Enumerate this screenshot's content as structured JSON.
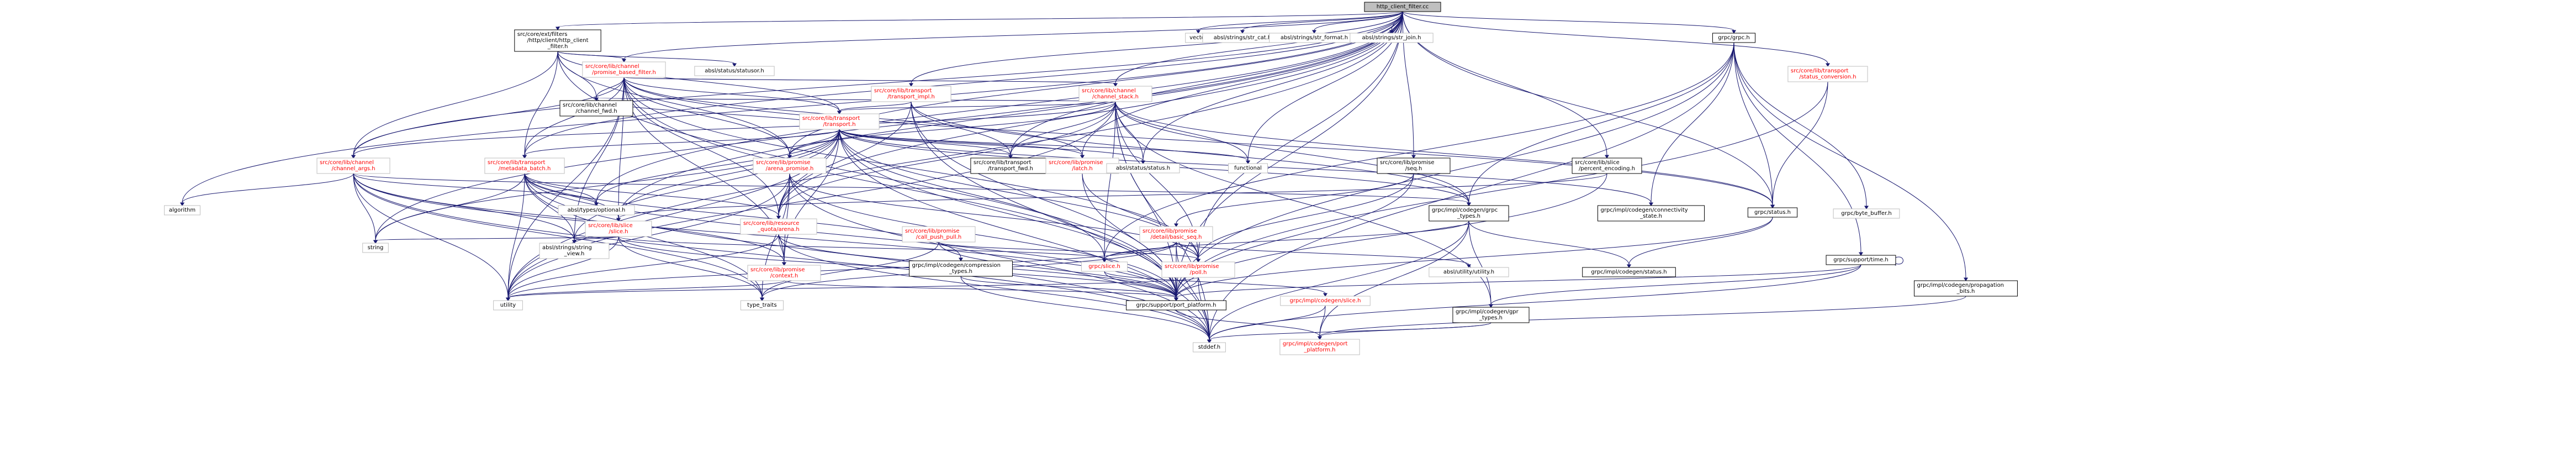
{
  "nodes": [
    {
      "id": "root",
      "lines": [
        "http_client_filter.cc"
      ],
      "style": "root"
    },
    {
      "id": "ext_http_client",
      "lines": [
        "src/core/ext/filters",
        "/http/client/http_client",
        "_filter.h"
      ],
      "style": "linked"
    },
    {
      "id": "promise_based_filter",
      "lines": [
        "src/core/lib/channel",
        "/promise_based_filter.h"
      ],
      "style": "red"
    },
    {
      "id": "statusor",
      "lines": [
        "absl/status/statusor.h"
      ],
      "style": "plain"
    },
    {
      "id": "channel_fwd",
      "lines": [
        "src/core/lib/channel",
        "/channel_fwd.h"
      ],
      "style": "linked"
    },
    {
      "id": "transport_impl",
      "lines": [
        "src/core/lib/transport",
        "/transport_impl.h"
      ],
      "style": "red"
    },
    {
      "id": "transport_h",
      "lines": [
        "src/core/lib/transport",
        "/transport.h"
      ],
      "style": "red"
    },
    {
      "id": "channel_stack",
      "lines": [
        "src/core/lib/channel",
        "/channel_stack.h"
      ],
      "style": "red"
    },
    {
      "id": "vector",
      "lines": [
        "vector"
      ],
      "style": "plain"
    },
    {
      "id": "str_cat",
      "lines": [
        "absl/strings/str_cat.h"
      ],
      "style": "plain"
    },
    {
      "id": "str_format",
      "lines": [
        "absl/strings/str_format.h"
      ],
      "style": "plain"
    },
    {
      "id": "str_join",
      "lines": [
        "absl/strings/str_join.h"
      ],
      "style": "plain"
    },
    {
      "id": "grpc_h",
      "lines": [
        "grpc/grpc.h"
      ],
      "style": "linked"
    },
    {
      "id": "status_conversion",
      "lines": [
        "src/core/lib/transport",
        "/status_conversion.h"
      ],
      "style": "red"
    },
    {
      "id": "channel_args",
      "lines": [
        "src/core/lib/channel",
        "/channel_args.h"
      ],
      "style": "red"
    },
    {
      "id": "metadata_batch",
      "lines": [
        "src/core/lib/transport",
        "/metadata_batch.h"
      ],
      "style": "red"
    },
    {
      "id": "arena_promise",
      "lines": [
        "src/core/lib/promise",
        "/arena_promise.h"
      ],
      "style": "red"
    },
    {
      "id": "transport_fwd",
      "lines": [
        "src/core/lib/transport",
        "/transport_fwd.h"
      ],
      "style": "linked"
    },
    {
      "id": "latch",
      "lines": [
        "src/core/lib/promise",
        "/latch.h"
      ],
      "style": "red"
    },
    {
      "id": "abs_status",
      "lines": [
        "absl/status/status.h"
      ],
      "style": "plain"
    },
    {
      "id": "functional",
      "lines": [
        "functional"
      ],
      "style": "plain"
    },
    {
      "id": "seq",
      "lines": [
        "src/core/lib/promise",
        "/seq.h"
      ],
      "style": "linked"
    },
    {
      "id": "percent_encoding",
      "lines": [
        "src/core/lib/slice",
        "/percent_encoding.h"
      ],
      "style": "linked"
    },
    {
      "id": "algorithm",
      "lines": [
        "algorithm"
      ],
      "style": "plain"
    },
    {
      "id": "optional",
      "lines": [
        "absl/types/optional.h"
      ],
      "style": "plain"
    },
    {
      "id": "slice_h",
      "lines": [
        "src/core/lib/slice",
        "/slice.h"
      ],
      "style": "red"
    },
    {
      "id": "resource_quota_arena",
      "lines": [
        "src/core/lib/resource",
        "_quota/arena.h"
      ],
      "style": "red"
    },
    {
      "id": "call_push_pull",
      "lines": [
        "src/core/lib/promise",
        "/call_push_pull.h"
      ],
      "style": "red"
    },
    {
      "id": "basic_seq",
      "lines": [
        "src/core/lib/promise",
        "/detail/basic_seq.h"
      ],
      "style": "red"
    },
    {
      "id": "grpc_types",
      "lines": [
        "grpc/impl/codegen/grpc",
        "_types.h"
      ],
      "style": "linked"
    },
    {
      "id": "connectivity_state",
      "lines": [
        "grpc/impl/codegen/connectivity",
        "_state.h"
      ],
      "style": "linked"
    },
    {
      "id": "grpc_status_h",
      "lines": [
        "grpc/status.h"
      ],
      "style": "linked"
    },
    {
      "id": "byte_buffer",
      "lines": [
        "grpc/byte_buffer.h"
      ],
      "style": "plain"
    },
    {
      "id": "string",
      "lines": [
        "string"
      ],
      "style": "plain"
    },
    {
      "id": "string_view",
      "lines": [
        "absl/strings/string",
        "_view.h"
      ],
      "style": "plain"
    },
    {
      "id": "promise_context",
      "lines": [
        "src/core/lib/promise",
        "/context.h"
      ],
      "style": "red"
    },
    {
      "id": "compression_types",
      "lines": [
        "grpc/impl/codegen/compression",
        "_types.h"
      ],
      "style": "linked"
    },
    {
      "id": "grpc_slice_h",
      "lines": [
        "grpc/slice.h"
      ],
      "style": "red"
    },
    {
      "id": "poll",
      "lines": [
        "src/core/lib/promise",
        "/poll.h"
      ],
      "style": "red"
    },
    {
      "id": "utility_absl",
      "lines": [
        "absl/utility/utility.h"
      ],
      "style": "plain"
    },
    {
      "id": "codegen_status",
      "lines": [
        "grpc/impl/codegen/status.h"
      ],
      "style": "linked"
    },
    {
      "id": "support_time",
      "lines": [
        "grpc/support/time.h"
      ],
      "style": "linked"
    },
    {
      "id": "propagation_bits",
      "lines": [
        "grpc/impl/codegen/propagation",
        "_bits.h"
      ],
      "style": "linked"
    },
    {
      "id": "utility",
      "lines": [
        "utility"
      ],
      "style": "plain"
    },
    {
      "id": "type_traits",
      "lines": [
        "type_traits"
      ],
      "style": "plain"
    },
    {
      "id": "port_platform",
      "lines": [
        "grpc/support/port_platform.h"
      ],
      "style": "linked"
    },
    {
      "id": "codegen_slice",
      "lines": [
        "grpc/impl/codegen/slice.h"
      ],
      "style": "red"
    },
    {
      "id": "gpr_types",
      "lines": [
        "grpc/impl/codegen/gpr",
        "_types.h"
      ],
      "style": "linked"
    },
    {
      "id": "stddef",
      "lines": [
        "stddef.h"
      ],
      "style": "plain"
    },
    {
      "id": "codegen_port_platform",
      "lines": [
        "grpc/impl/codegen/port",
        "_platform.h"
      ],
      "style": "red"
    }
  ],
  "edges": [
    [
      "root",
      "ext_http_client"
    ],
    [
      "root",
      "promise_based_filter"
    ],
    [
      "root",
      "transport_impl"
    ],
    [
      "root",
      "channel_stack"
    ],
    [
      "root",
      "vector"
    ],
    [
      "root",
      "str_cat"
    ],
    [
      "root",
      "str_format"
    ],
    [
      "root",
      "str_join"
    ],
    [
      "root",
      "grpc_h"
    ],
    [
      "root",
      "status_conversion"
    ],
    [
      "root",
      "channel_args"
    ],
    [
      "root",
      "metadata_batch"
    ],
    [
      "root",
      "arena_promise"
    ],
    [
      "root",
      "transport_fwd"
    ],
    [
      "root",
      "latch"
    ],
    [
      "root",
      "abs_status"
    ],
    [
      "root",
      "functional"
    ],
    [
      "root",
      "seq"
    ],
    [
      "root",
      "percent_encoding"
    ],
    [
      "root",
      "algorithm"
    ],
    [
      "root",
      "optional"
    ],
    [
      "root",
      "string"
    ],
    [
      "root",
      "utility"
    ],
    [
      "root",
      "port_platform"
    ],
    [
      "root",
      "grpc_status_h"
    ],
    [
      "root",
      "poll"
    ],
    [
      "root",
      "resource_quota_arena"
    ],
    [
      "root",
      "slice_h"
    ],
    [
      "ext_http_client",
      "promise_based_filter"
    ],
    [
      "ext_http_client",
      "statusor"
    ],
    [
      "ext_http_client",
      "channel_fwd"
    ],
    [
      "ext_http_client",
      "transport_h"
    ],
    [
      "ext_http_client",
      "channel_args"
    ],
    [
      "ext_http_client",
      "metadata_batch"
    ],
    [
      "ext_http_client",
      "arena_promise"
    ],
    [
      "ext_http_client",
      "port_platform"
    ],
    [
      "promise_based_filter",
      "channel_stack"
    ],
    [
      "promise_based_filter",
      "channel_fwd"
    ],
    [
      "promise_based_filter",
      "transport_h"
    ],
    [
      "promise_based_filter",
      "channel_args"
    ],
    [
      "promise_based_filter",
      "metadata_batch"
    ],
    [
      "promise_based_filter",
      "arena_promise"
    ],
    [
      "promise_based_filter",
      "latch"
    ],
    [
      "promise_based_filter",
      "resource_quota_arena"
    ],
    [
      "promise_based_filter",
      "promise_context"
    ],
    [
      "promise_based_filter",
      "poll"
    ],
    [
      "promise_based_filter",
      "grpc_status_h"
    ],
    [
      "promise_based_filter",
      "port_platform"
    ],
    [
      "promise_based_filter",
      "utility"
    ],
    [
      "promise_based_filter",
      "string_view"
    ],
    [
      "promise_based_filter",
      "slice_h"
    ],
    [
      "transport_impl",
      "transport_h"
    ],
    [
      "transport_impl",
      "transport_fwd"
    ],
    [
      "transport_impl",
      "resource_quota_arena"
    ],
    [
      "transport_impl",
      "stddef"
    ],
    [
      "transport_impl",
      "port_platform"
    ],
    [
      "transport_impl",
      "grpc_types"
    ],
    [
      "transport_h",
      "metadata_batch"
    ],
    [
      "transport_h",
      "arena_promise"
    ],
    [
      "transport_h",
      "transport_fwd"
    ],
    [
      "transport_h",
      "latch"
    ],
    [
      "transport_h",
      "abs_status"
    ],
    [
      "transport_h",
      "functional"
    ],
    [
      "transport_h",
      "optional"
    ],
    [
      "transport_h",
      "slice_h"
    ],
    [
      "transport_h",
      "resource_quota_arena"
    ],
    [
      "transport_h",
      "promise_context"
    ],
    [
      "transport_h",
      "poll"
    ],
    [
      "transport_h",
      "string"
    ],
    [
      "transport_h",
      "stddef"
    ],
    [
      "transport_h",
      "utility"
    ],
    [
      "transport_h",
      "grpc_types"
    ],
    [
      "transport_h",
      "grpc_slice_h"
    ],
    [
      "transport_h",
      "port_platform"
    ],
    [
      "transport_h",
      "connectivity_state"
    ],
    [
      "transport_h",
      "channel_fwd"
    ],
    [
      "transport_h",
      "string_view"
    ],
    [
      "channel_stack",
      "channel_fwd"
    ],
    [
      "channel_stack",
      "transport_h"
    ],
    [
      "channel_stack",
      "channel_args"
    ],
    [
      "channel_stack",
      "arena_promise"
    ],
    [
      "channel_stack",
      "transport_fwd"
    ],
    [
      "channel_stack",
      "abs_status"
    ],
    [
      "channel_stack",
      "functional"
    ],
    [
      "channel_stack",
      "grpc_types"
    ],
    [
      "channel_stack",
      "grpc_status_h"
    ],
    [
      "channel_stack",
      "stddef"
    ],
    [
      "channel_stack",
      "port_platform"
    ],
    [
      "channel_stack",
      "poll"
    ],
    [
      "channel_stack",
      "resource_quota_arena"
    ],
    [
      "channel_stack",
      "grpc_slice_h"
    ],
    [
      "channel_stack",
      "utility"
    ],
    [
      "channel_stack",
      "gpr_types"
    ],
    [
      "grpc_h",
      "grpc_types"
    ],
    [
      "grpc_h",
      "grpc_status_h"
    ],
    [
      "grpc_h",
      "byte_buffer"
    ],
    [
      "grpc_h",
      "connectivity_state"
    ],
    [
      "grpc_h",
      "propagation_bits"
    ],
    [
      "grpc_h",
      "support_time"
    ],
    [
      "grpc_h",
      "grpc_slice_h"
    ],
    [
      "grpc_h",
      "stddef"
    ],
    [
      "grpc_h",
      "port_platform"
    ],
    [
      "status_conversion",
      "grpc_status_h"
    ],
    [
      "status_conversion",
      "port_platform"
    ],
    [
      "channel_args",
      "algorithm"
    ],
    [
      "channel_args",
      "optional"
    ],
    [
      "channel_args",
      "string"
    ],
    [
      "channel_args",
      "string_view"
    ],
    [
      "channel_args",
      "utility"
    ],
    [
      "channel_args",
      "type_traits"
    ],
    [
      "channel_args",
      "stddef"
    ],
    [
      "channel_args",
      "port_platform"
    ],
    [
      "channel_args",
      "grpc_types"
    ],
    [
      "channel_args",
      "promise_context"
    ],
    [
      "metadata_batch",
      "optional"
    ],
    [
      "metadata_batch",
      "slice_h"
    ],
    [
      "metadata_batch",
      "string"
    ],
    [
      "metadata_batch",
      "string_view"
    ],
    [
      "metadata_batch",
      "compression_types"
    ],
    [
      "metadata_batch",
      "utility"
    ],
    [
      "metadata_batch",
      "type_traits"
    ],
    [
      "metadata_batch",
      "stddef"
    ],
    [
      "metadata_batch",
      "port_platform"
    ],
    [
      "metadata_batch",
      "resource_quota_arena"
    ],
    [
      "arena_promise",
      "resource_quota_arena"
    ],
    [
      "arena_promise",
      "promise_context"
    ],
    [
      "arena_promise",
      "poll"
    ],
    [
      "arena_promise",
      "utility"
    ],
    [
      "arena_promise",
      "type_traits"
    ],
    [
      "arena_promise",
      "port_platform"
    ],
    [
      "arena_promise",
      "stddef"
    ],
    [
      "latch",
      "poll"
    ],
    [
      "latch",
      "port_platform"
    ],
    [
      "seq",
      "basic_seq"
    ],
    [
      "seq",
      "poll"
    ],
    [
      "seq",
      "port_platform"
    ],
    [
      "percent_encoding",
      "slice_h"
    ],
    [
      "percent_encoding",
      "port_platform"
    ],
    [
      "slice_h",
      "string"
    ],
    [
      "slice_h",
      "string_view"
    ],
    [
      "slice_h",
      "utility"
    ],
    [
      "slice_h",
      "grpc_slice_h"
    ],
    [
      "slice_h",
      "type_traits"
    ],
    [
      "slice_h",
      "port_platform"
    ],
    [
      "resource_quota_arena",
      "promise_context"
    ],
    [
      "resource_quota_arena",
      "utility"
    ],
    [
      "resource_quota_arena",
      "stddef"
    ],
    [
      "resource_quota_arena",
      "port_platform"
    ],
    [
      "call_push_pull",
      "poll"
    ],
    [
      "call_push_pull",
      "port_platform"
    ],
    [
      "call_push_pull",
      "type_traits"
    ],
    [
      "basic_seq",
      "poll"
    ],
    [
      "basic_seq",
      "utility_absl"
    ],
    [
      "basic_seq",
      "utility"
    ],
    [
      "basic_seq",
      "type_traits"
    ],
    [
      "basic_seq",
      "port_platform"
    ],
    [
      "basic_seq",
      "stddef"
    ],
    [
      "basic_seq",
      "grpc_slice_h"
    ],
    [
      "grpc_types",
      "gpr_types"
    ],
    [
      "grpc_types",
      "codegen_status"
    ],
    [
      "grpc_types",
      "grpc_slice_h"
    ],
    [
      "grpc_types",
      "stddef"
    ],
    [
      "grpc_types",
      "codegen_port_platform"
    ],
    [
      "grpc_status_h",
      "codegen_status"
    ],
    [
      "grpc_status_h",
      "port_platform"
    ],
    [
      "promise_context",
      "utility"
    ],
    [
      "promise_context",
      "port_platform"
    ],
    [
      "compression_types",
      "port_platform"
    ],
    [
      "compression_types",
      "stddef"
    ],
    [
      "grpc_slice_h",
      "codegen_slice"
    ],
    [
      "grpc_slice_h",
      "port_platform"
    ],
    [
      "poll",
      "utility"
    ],
    [
      "poll",
      "port_platform"
    ],
    [
      "poll",
      "stddef"
    ],
    [
      "support_time",
      "support_time"
    ],
    [
      "support_time",
      "port_platform"
    ],
    [
      "support_time",
      "stddef"
    ],
    [
      "support_time",
      "gpr_types"
    ],
    [
      "propagation_bits",
      "codegen_port_platform"
    ],
    [
      "port_platform",
      "codegen_port_platform"
    ],
    [
      "codegen_slice",
      "stddef"
    ],
    [
      "codegen_slice",
      "codegen_port_platform"
    ],
    [
      "gpr_types",
      "stddef"
    ],
    [
      "gpr_types",
      "codegen_port_platform"
    ]
  ]
}
